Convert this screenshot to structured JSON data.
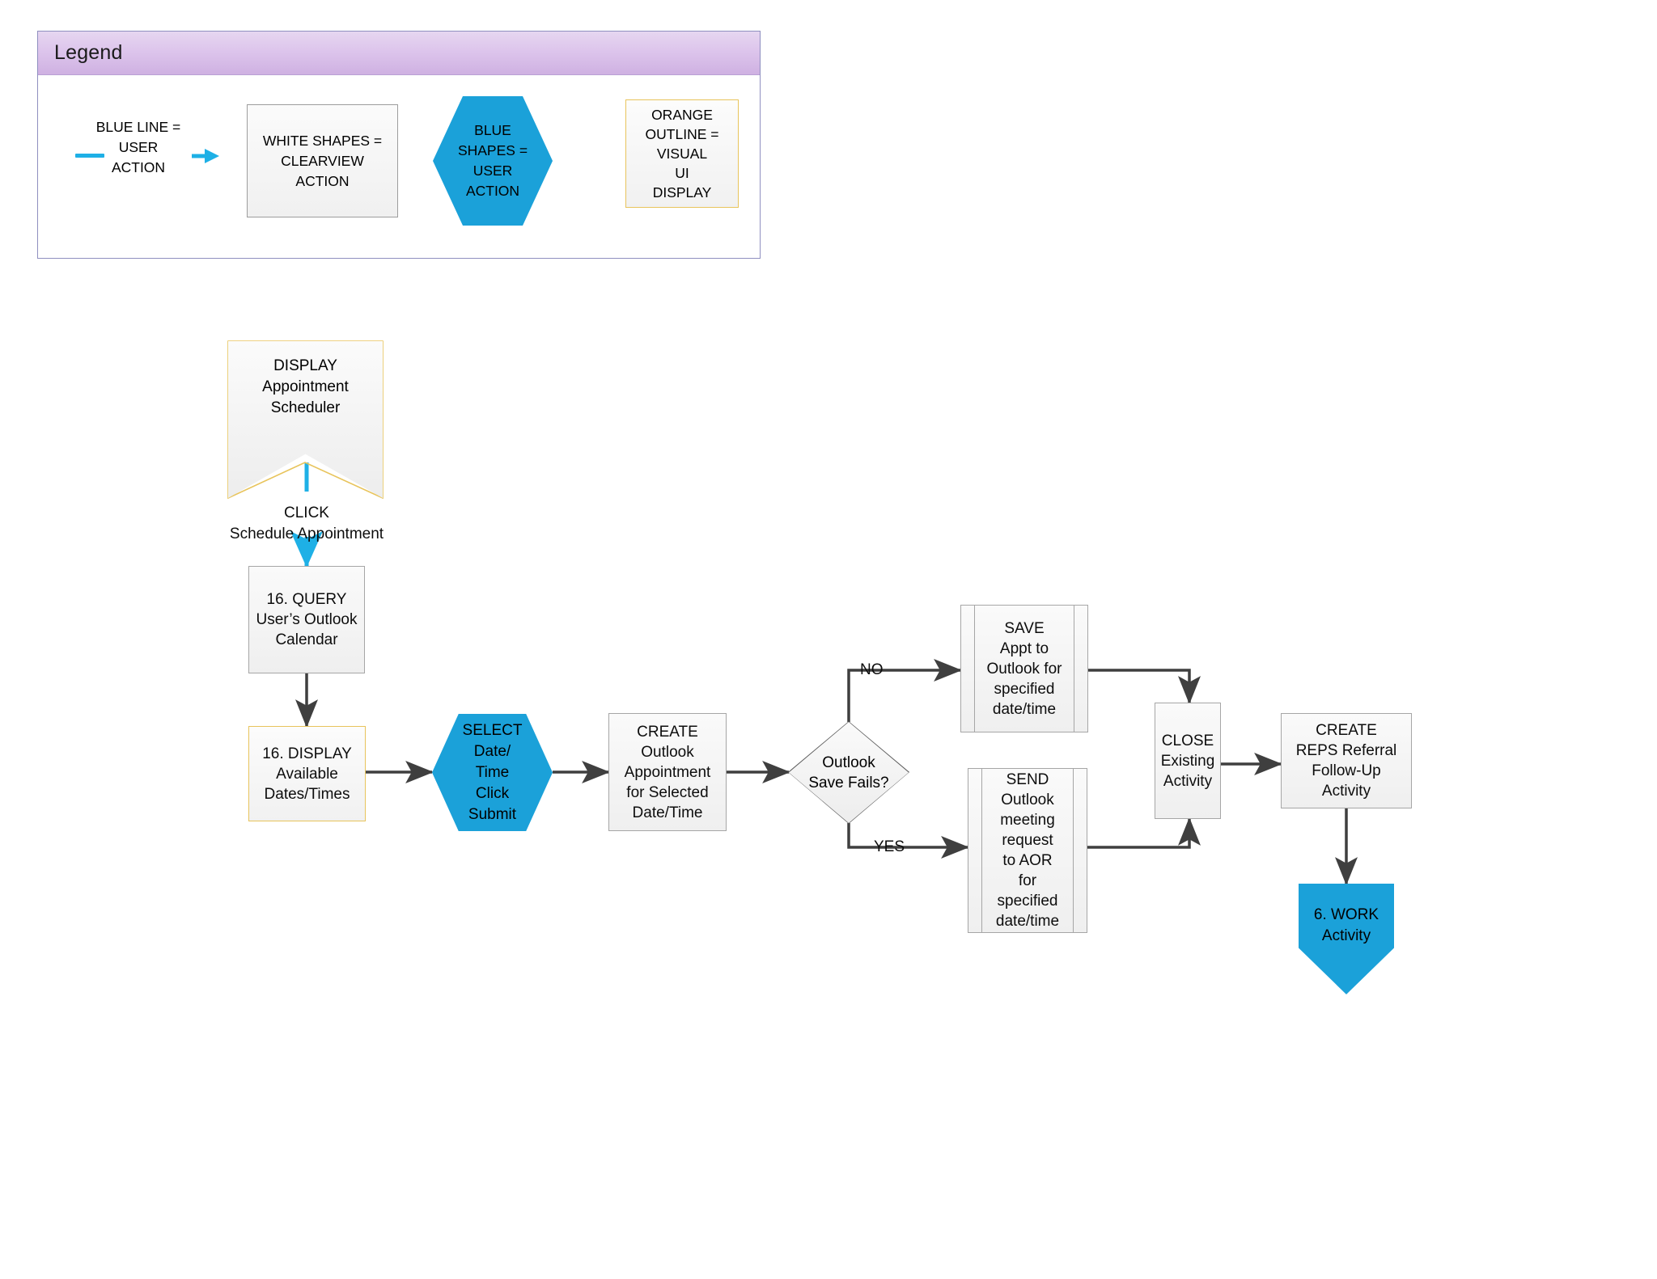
{
  "legend": {
    "title": "Legend",
    "items": [
      {
        "kind": "blue-line",
        "text": "BLUE LINE =\nUSER\nACTION",
        "line1": "BLUE LINE =",
        "line2": "USER",
        "line3": "ACTION",
        "color": "#1eb0e6"
      },
      {
        "kind": "white-shape",
        "text": "WHITE SHAPES =\nCLEARVIEW\nACTION",
        "color": "#9d9d9d"
      },
      {
        "kind": "blue-hexagon",
        "text": "BLUE\nSHAPES =\nUSER\nACTION",
        "color": "#1ba1d9"
      },
      {
        "kind": "orange-outline",
        "text": "ORANGE\nOUTLINE =\nVISUAL\nUI\nDISPLAY",
        "color": "#e8c45c"
      }
    ]
  },
  "flow": {
    "nodes": {
      "display_scheduler": {
        "text": "DISPLAY\nAppointment\nScheduler",
        "shape": "banner",
        "outline": "orange"
      },
      "query_calendar": {
        "text": "16. QUERY\nUser’s Outlook\nCalendar",
        "shape": "process",
        "outline": "gray"
      },
      "display_dates": {
        "text": "16. DISPLAY\nAvailable\nDates/Times",
        "shape": "process",
        "outline": "orange"
      },
      "select_datetime": {
        "text": "SELECT\nDate/\nTime\nClick\nSubmit",
        "shape": "hexagon",
        "fill": "#1ba1d9"
      },
      "create_appointment": {
        "text": "CREATE\nOutlook\nAppointment\nfor Selected\nDate/Time",
        "shape": "process",
        "outline": "gray"
      },
      "save_fails": {
        "text": "Outlook\nSave Fails?",
        "shape": "decision"
      },
      "save_appt": {
        "text": "SAVE\nAppt to\nOutlook for\nspecified\ndate/time",
        "shape": "predefined-process"
      },
      "send_meeting": {
        "text": "SEND\nOutlook\nmeeting\nrequest\nto AOR\nfor\nspecified\ndate/time",
        "shape": "predefined-process"
      },
      "close_activity": {
        "text": "CLOSE\nExisting\nActivity",
        "shape": "process",
        "outline": "gray"
      },
      "create_reps": {
        "text": "CREATE\nREPS Referral\nFollow-Up\nActivity",
        "shape": "process",
        "outline": "gray"
      },
      "work_activity": {
        "text": "6. WORK\nActivity",
        "shape": "pentagon-down",
        "fill": "#1ba1d9"
      }
    },
    "edge_labels": {
      "click_schedule": "CLICK\nSchedule Appointment",
      "branch_no": "NO",
      "branch_yes": "YES"
    }
  },
  "colors": {
    "blue_user_action": "#1ba1d9",
    "blue_line": "#1eb0e6",
    "orange_outline": "#e8c45c",
    "gray_outline": "#a6a6a6",
    "connector": "#3f3f3f",
    "legend_header": "#d7bfe9"
  }
}
